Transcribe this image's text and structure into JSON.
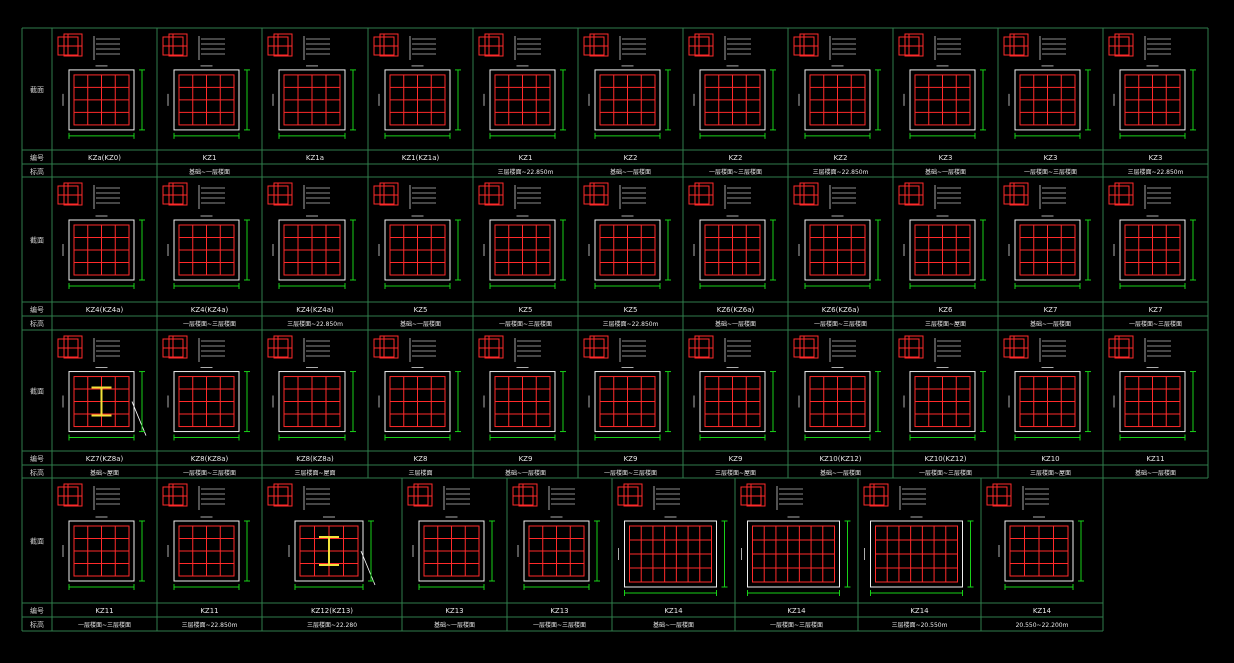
{
  "header": {
    "section_label": "截面",
    "code_label": "编号",
    "range_label": "标高"
  },
  "colors": {
    "frame": "#2f7d4b",
    "rebar": "#ff2a2a",
    "steel": "#f2e23a",
    "dimension": "#19d119",
    "text": "#e8e8e8"
  },
  "rows": [
    {
      "cells": [
        {
          "code": "KZa(KZ0)",
          "range": ""
        },
        {
          "code": "KZ1",
          "range": "基础~一层楼面"
        },
        {
          "code": "KZ1a",
          "range": ""
        },
        {
          "code": "KZ1(KZ1a)",
          "range": ""
        },
        {
          "code": "KZ1",
          "range": "三层楼面~22.850m"
        },
        {
          "code": "KZ2",
          "range": "基础~一层楼面"
        },
        {
          "code": "KZ2",
          "range": "一层楼面~三层楼面"
        },
        {
          "code": "KZ2",
          "range": "三层楼面~22.850m"
        },
        {
          "code": "KZ3",
          "range": "基础~一层楼面"
        },
        {
          "code": "KZ3",
          "range": "一层楼面~三层楼面"
        },
        {
          "code": "KZ3",
          "range": "三层楼面~22.850m"
        }
      ]
    },
    {
      "cells": [
        {
          "code": "KZ4(KZ4a)",
          "range": ""
        },
        {
          "code": "KZ4(KZ4a)",
          "range": "一层楼面~三层楼面"
        },
        {
          "code": "KZ4(KZ4a)",
          "range": "三层楼面~22.850m"
        },
        {
          "code": "KZ5",
          "range": "基础~一层楼面"
        },
        {
          "code": "KZ5",
          "range": "一层楼面~三层楼面"
        },
        {
          "code": "KZ5",
          "range": "三层楼面~22.850m"
        },
        {
          "code": "KZ6(KZ6a)",
          "range": "基础~一层楼面"
        },
        {
          "code": "KZ6(KZ6a)",
          "range": "一层楼面~三层楼面"
        },
        {
          "code": "KZ6",
          "range": "三层楼面~屋面"
        },
        {
          "code": "KZ7",
          "range": "基础~一层楼面"
        },
        {
          "code": "KZ7",
          "range": "一层楼面~三层楼面"
        }
      ]
    },
    {
      "cells": [
        {
          "code": "KZ7(KZ8a)",
          "range": "基础~屋面"
        },
        {
          "code": "KZ8(KZ8a)",
          "range": "一层楼面~三层楼面"
        },
        {
          "code": "KZ8(KZ8a)",
          "range": "三层楼面~屋面"
        },
        {
          "code": "KZ8",
          "range": "三层楼面"
        },
        {
          "code": "KZ9",
          "range": "基础~一层楼面"
        },
        {
          "code": "KZ9",
          "range": "一层楼面~三层楼面"
        },
        {
          "code": "KZ9",
          "range": "三层楼面~屋面"
        },
        {
          "code": "KZ10(KZ12)",
          "range": "基础~一层楼面"
        },
        {
          "code": "KZ10(KZ12)",
          "range": "一层楼面~三层楼面"
        },
        {
          "code": "KZ10",
          "range": "三层楼面~屋面"
        },
        {
          "code": "KZ11",
          "range": "基础~一层楼面"
        }
      ]
    },
    {
      "cells": [
        {
          "code": "KZ11",
          "range": "一层楼面~三层楼面"
        },
        {
          "code": "KZ11",
          "range": "三层楼面~22.850m"
        },
        {
          "code": "KZ12(KZ13)",
          "range": "三层楼面~22.280"
        },
        {
          "code": "KZ13",
          "range": "基础~一层楼面"
        },
        {
          "code": "KZ13",
          "range": "一层楼面~三层楼面"
        },
        {
          "code": "KZ14",
          "range": "基础~一层楼面"
        },
        {
          "code": "KZ14",
          "range": "一层楼面~三层楼面"
        },
        {
          "code": "KZ14",
          "range": "三层楼面~20.550m"
        },
        {
          "code": "KZ14",
          "range": "20.550~22.200m"
        }
      ]
    }
  ]
}
